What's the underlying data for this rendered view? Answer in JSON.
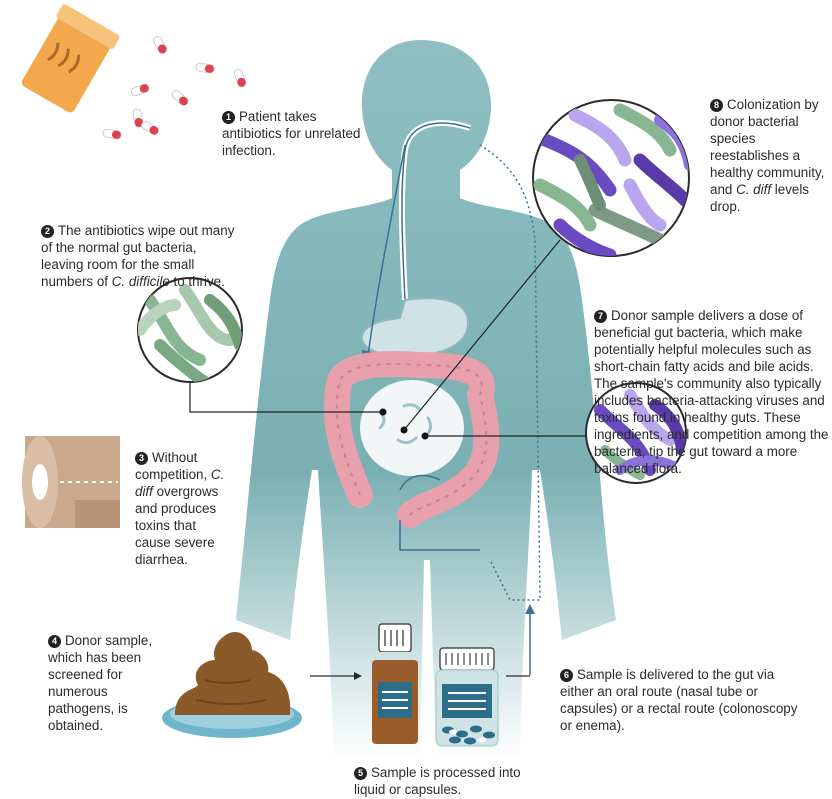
{
  "steps": [
    {
      "num": "1",
      "text": "Patient takes antibiotics for unrelated infection."
    },
    {
      "num": "2",
      "text_a": "The antibiotics wipe out many of the normal gut bacteria, leaving room for the small numbers of ",
      "italic": "C. difficile",
      "text_b": " to thrive."
    },
    {
      "num": "3",
      "text_a": "Without competition, ",
      "italic": "C. diff",
      "text_b": " overgrows and produces toxins that cause severe diarrhea."
    },
    {
      "num": "4",
      "text": "Donor sample, which has been screened for numerous pathogens, is obtained."
    },
    {
      "num": "5",
      "text": "Sample is processed into liquid or capsules."
    },
    {
      "num": "6",
      "text": "Sample is delivered to the gut via either an oral route (nasal tube or capsules) or a rectal route (colonoscopy or enema)."
    },
    {
      "num": "7",
      "text": "Donor sample delivers a dose of beneficial gut bacteria, which make potentially helpful molecules such as short-chain fatty acids and bile acids. The sample's community also typically includes bacteria-attacking viruses and toxins found in healthy guts. These ingredients, and competition among the bacteria, tip the gut toward a more balanced flora."
    },
    {
      "num": "8",
      "text_a": "Colonization by donor bacterial species reestablishes a healthy community, and ",
      "italic": "C. diff",
      "text_b": " levels drop."
    }
  ],
  "colors": {
    "body": "#7fb3b6",
    "body_dark": "#5d9a9e",
    "colon": "#e8a0ac",
    "stomach": "#cfe3e6",
    "bacteria_green": "#88b592",
    "bacteria_purple": "#6a4bc2",
    "bacteria_lavender": "#b9a6ee",
    "bottle_glass": "#9a5c2a",
    "poop": "#8a5a2b",
    "plate": "#6fb6cc"
  }
}
